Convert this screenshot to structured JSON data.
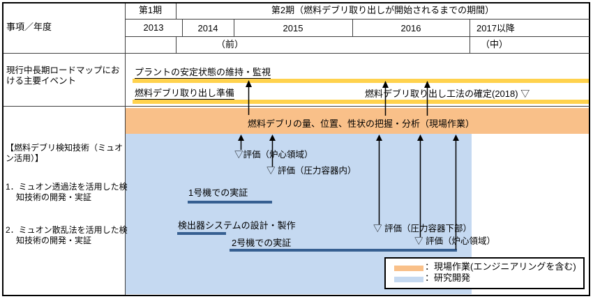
{
  "colors": {
    "field_work_orange": "#F9C089",
    "rnd_blue": "#C5D9F1",
    "milestone_yellow": "#FFD24D",
    "task_bar_blue": "#365F91",
    "border": "#000000"
  },
  "header": {
    "row_label": "事項／年度",
    "period1": "第1期",
    "period2": "第2期（燃料デブリ取り出しが開始されるまでの期間）",
    "years": [
      "2013",
      "2014",
      "2015",
      "2016",
      "2017以降"
    ],
    "phase_early": "（前）",
    "phase_mid": "（中）"
  },
  "roadmap": {
    "section_label": "現行中長期ロードマップにおける主要イベント",
    "event_plant_stability": "プラントの安定状態の維持・監視",
    "event_debris_prep": "燃料デブリ取り出し準備",
    "event_method_decision": "燃料デブリ取り出し工法の確定(2018) ▽"
  },
  "rnd": {
    "section_title": "【燃料デブリ検知技術（ミュオン活用）】",
    "item_transmission": "1．ミュオン透過法を活用した検知技術の開発・実証",
    "item_scattering": "2．ミュオン散乱法を活用した検知技術の開発・実証",
    "field_work_label": "燃料デブリの量、位置、性状の把握・分析（現場作業）",
    "eval_core_1": "▽評価（炉心領域）",
    "eval_rpv_inside": "▽ 評価（圧力容器内）",
    "eval_rpv_bottom": "▽ 評価（圧力容器下部）",
    "eval_core_2": "▽ 評価（炉心領域）",
    "task_unit1": "1号機での実証",
    "task_detector": "検出器システムの設計・製作",
    "task_unit2": "2号機での実証"
  },
  "legend": {
    "field_work": "：現場作業(エンジニアリングを含む)",
    "rnd_dev": "：研究開発"
  }
}
